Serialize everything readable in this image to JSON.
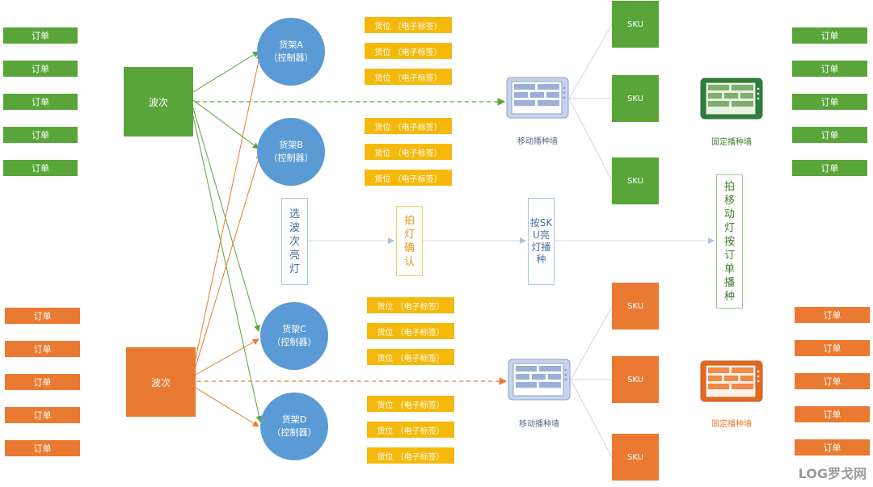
{
  "colors": {
    "green": "#5aa53a",
    "orange": "#ea7a32",
    "blue": "#5b9bd5",
    "yellow": "#f5b90c"
  },
  "order_label": "订单",
  "wave_label": "波次",
  "slot_label": "货位 （电子标签）",
  "sku_label": "SKU",
  "shelves": [
    {
      "name": "货架A",
      "sub": "（控制器）"
    },
    {
      "name": "货架B",
      "sub": "（控制器）"
    },
    {
      "name": "货架C",
      "sub": "（控制器）"
    },
    {
      "name": "货架D",
      "sub": "（控制器）"
    }
  ],
  "mobile_wall_label": "移动播种墙",
  "fixed_wall_label": "固定播种墙",
  "steps": {
    "select_wave": "选波次亮灯",
    "confirm": "拍灯确认",
    "sku_light": "按SKU亮灯播种",
    "order_sow": "拍移动灯按订单播种"
  },
  "logo": {
    "text": "LOG罗戈网",
    "icon": "logo-mark"
  }
}
